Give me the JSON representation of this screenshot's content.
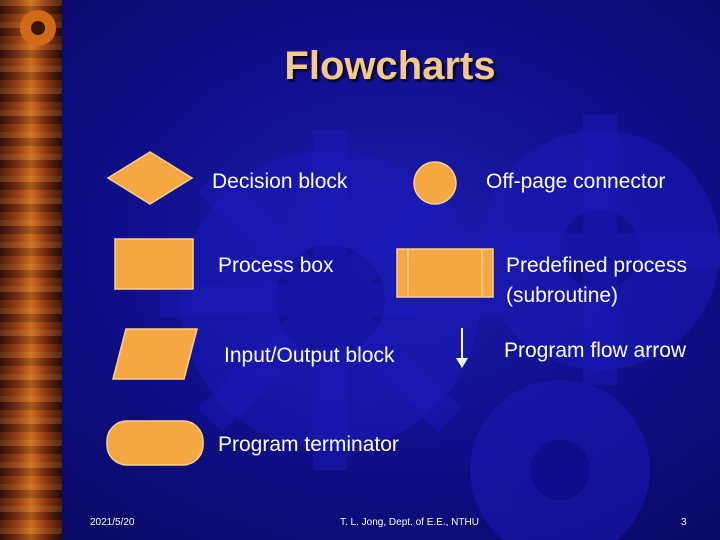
{
  "slide": {
    "title": "Flowcharts",
    "accent_color": "#f6c98b",
    "shape_fill": "#f5a742",
    "shape_stroke": "#ffd08a"
  },
  "symbols": {
    "decision": {
      "label": "Decision block",
      "icon": "diamond"
    },
    "connector": {
      "label": "Off-page connector",
      "icon": "circle"
    },
    "process": {
      "label": "Process box",
      "icon": "rectangle"
    },
    "predefined": {
      "line1": "Predefined process",
      "line2": "(subroutine)",
      "icon": "rectangle-with-side-bars"
    },
    "io": {
      "label": "Input/Output block",
      "icon": "parallelogram"
    },
    "arrow": {
      "label": "Program flow arrow",
      "icon": "down-arrow"
    },
    "terminator": {
      "label": "Program terminator",
      "icon": "rounded-rectangle"
    }
  },
  "footer": {
    "date": "2021/5/20",
    "author": "T. L. Jong, Dept. of E.E., NTHU",
    "page": "3"
  }
}
